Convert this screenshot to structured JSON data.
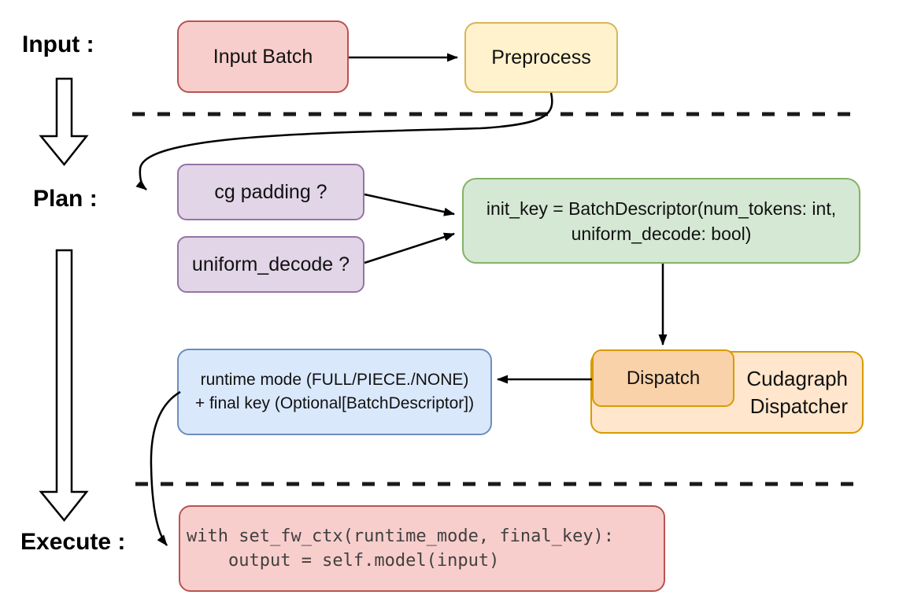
{
  "stage_labels": {
    "input": "Input :",
    "plan": "Plan :",
    "execute": "Execute :"
  },
  "nodes": {
    "input_batch": {
      "label": "Input Batch",
      "fill": "#f8cecc",
      "stroke": "#b85450"
    },
    "preprocess": {
      "label": "Preprocess",
      "fill": "#fff2cc",
      "stroke": "#d6b656"
    },
    "cg_padding": {
      "label": "cg padding ?",
      "fill": "#e1d5e7",
      "stroke": "#9673a6"
    },
    "uniform_decode": {
      "label": "uniform_decode ?",
      "fill": "#e1d5e7",
      "stroke": "#9673a6"
    },
    "init_key": {
      "line1": "init_key = BatchDescriptor(num_tokens: int,",
      "line2": "uniform_decode: bool)",
      "fill": "#d5e8d4",
      "stroke": "#82b366"
    },
    "dispatch": {
      "label": "Dispatch",
      "fill": "#fad2aa",
      "stroke": "#d79b00"
    },
    "cudagraph_dispatcher": {
      "line1": "Cudagraph",
      "line2": "Dispatcher",
      "fill": "#ffe6cc",
      "stroke": "#d79b00"
    },
    "runtime_mode": {
      "line1": "runtime mode (FULL/PIECE./NONE)",
      "line2": "+ final key (Optional[BatchDescriptor])",
      "fill": "#dae8fc",
      "stroke": "#6c8ebf"
    },
    "execute_code": {
      "line1": "with set_fw_ctx(runtime_mode, final_key):",
      "line2": "    output = self.model(input)",
      "fill": "#f8cecc",
      "stroke": "#b85450"
    }
  },
  "connector_color": "#000000",
  "separator_color": "#1a1a1a"
}
